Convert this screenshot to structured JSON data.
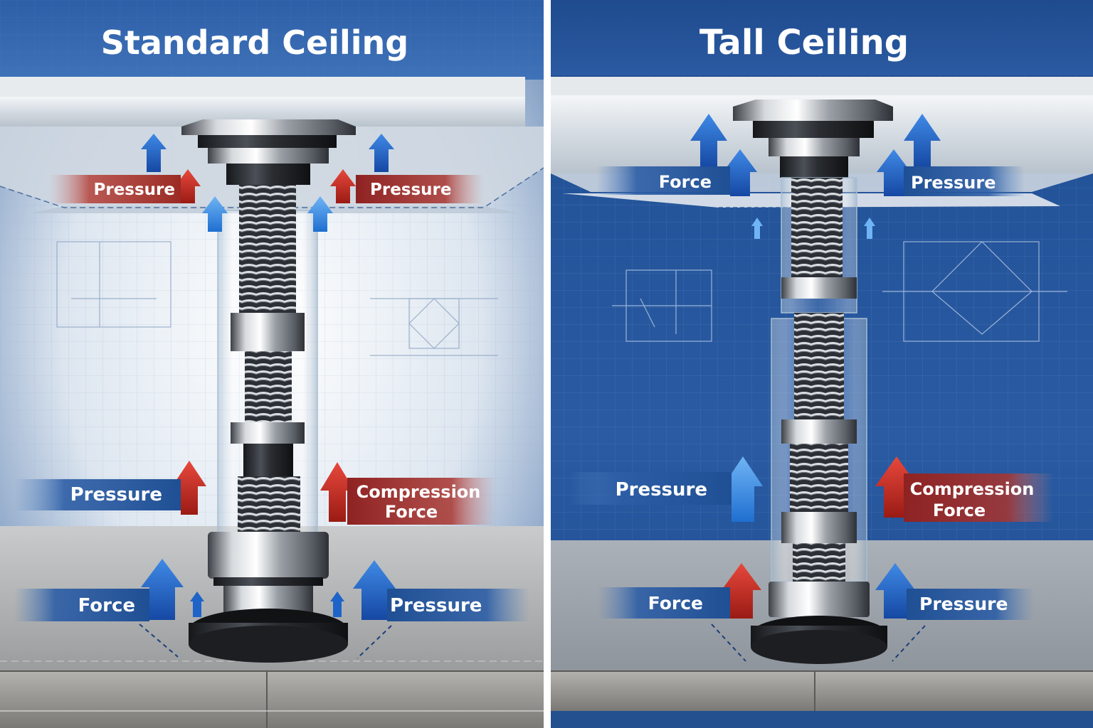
{
  "colors": {
    "blueprint_dark": "#1d4a8c",
    "blueprint_light": "#dfe8f2",
    "arrow_blue": "#1e64c8",
    "arrow_red": "#c8281e",
    "label_blue": "#1f4f94",
    "label_red": "#8e2222",
    "divider": "#ffffff",
    "steel": "#a8adb3"
  },
  "panels": [
    {
      "title": "Standard Ceiling",
      "labels": {
        "top_left": "Pressure",
        "top_right": "Pressure",
        "mid_left": "Pressure",
        "mid_right_line1": "Compression",
        "mid_right_line2": "Force",
        "bottom_left": "Force",
        "bottom_right": "Pressure"
      }
    },
    {
      "title": "Tall Ceiling",
      "labels": {
        "top_left": "Force",
        "top_right": "Pressure",
        "mid_left": "Pressure",
        "mid_right_line1": "Compression",
        "mid_right_line2": "Force",
        "bottom_left": "Force",
        "bottom_right": "Pressure"
      }
    }
  ],
  "icons": {
    "arrow": "up-arrow-icon",
    "ceiling": "ceiling-slab",
    "floor": "concrete-floor",
    "jack": "screw-jack-post"
  }
}
